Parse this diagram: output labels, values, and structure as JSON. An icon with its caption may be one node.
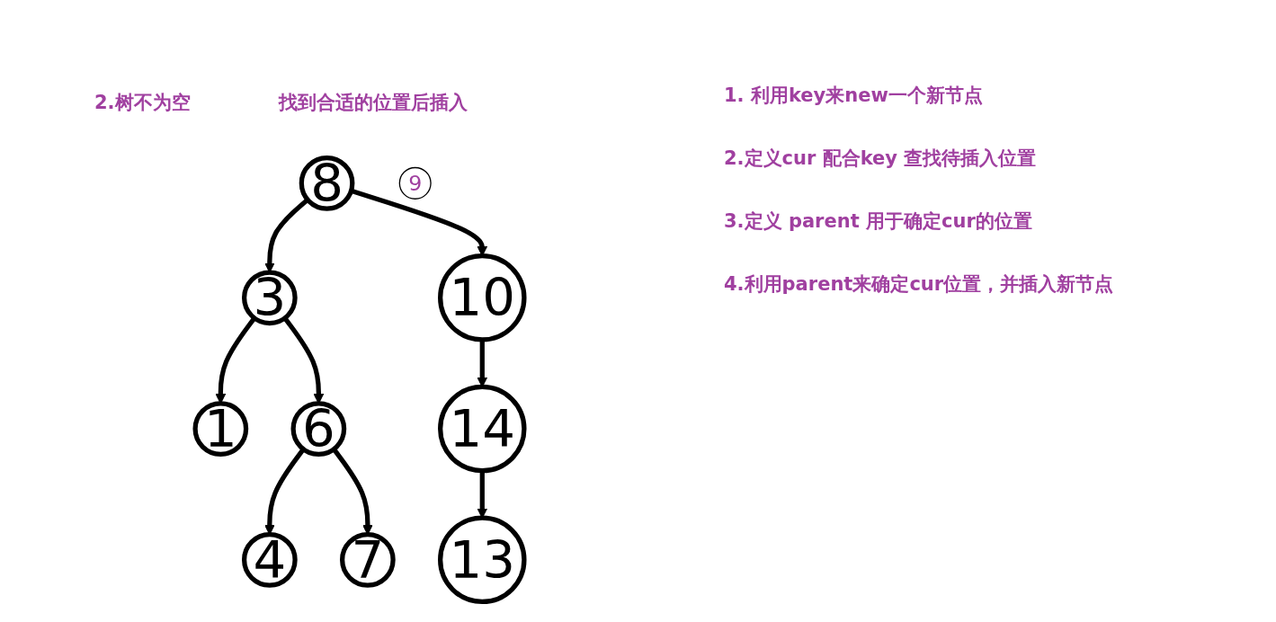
{
  "diagram": {
    "nodes": [
      {
        "text": [
          "8"
        ]
      },
      {
        "text": [
          "3"
        ]
      },
      {
        "text": [
          "10"
        ]
      },
      {
        "text": [
          "9"
        ]
      },
      {
        "text": [
          "1"
        ]
      },
      {
        "text": [
          "6"
        ]
      },
      {
        "text": [
          "14"
        ]
      },
      {
        "text": [
          "4"
        ]
      },
      {
        "text": [
          "7"
        ]
      },
      {
        "text": [
          "13"
        ]
      }
    ],
    "edges": [
      {
        "from": 0,
        "to": 1,
        "arrow": "to"
      },
      {
        "from": 0,
        "to": 2,
        "arrow": "to"
      },
      {
        "from": 1,
        "to": 4,
        "arrow": "to"
      },
      {
        "from": 1,
        "to": 5,
        "arrow": "to"
      },
      {
        "from": 2,
        "to": 6,
        "arrow": "to"
      },
      {
        "from": 5,
        "to": 7,
        "arrow": "to"
      },
      {
        "from": 5,
        "to": 8,
        "arrow": "to"
      },
      {
        "from": 6,
        "to": 9,
        "arrow": "to"
      }
    ],
    "labels": [
      "2.树不为空",
      "找到合适的位置后插入",
      "1. 利用key来new一个新节点",
      "2.定义cur 配合key 查找待插入位置",
      "3.定义 parent 用于确定cur的位置",
      "4.利用parent来确定cur位置，并插入新节点"
    ]
  }
}
